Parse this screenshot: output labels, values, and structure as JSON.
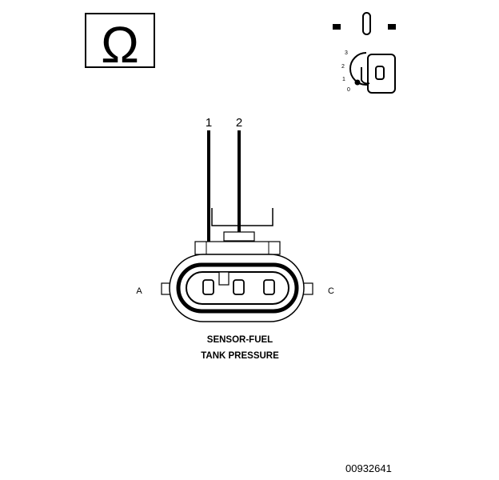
{
  "meter_symbol": {
    "glyph": "Ω",
    "icon": "ohm-meter-icon"
  },
  "ignition": {
    "icon": "ignition-key-off-icon",
    "positions": [
      "3",
      "2",
      "1",
      "0"
    ]
  },
  "pins": [
    {
      "label": "1"
    },
    {
      "label": "2"
    }
  ],
  "connector": {
    "side_left": "A",
    "side_right": "C",
    "name_line1": "SENSOR-FUEL",
    "name_line2": "TANK PRESSURE"
  },
  "figure_id": "00932641",
  "colors": {
    "ink": "#000000",
    "paper": "#ffffff"
  }
}
